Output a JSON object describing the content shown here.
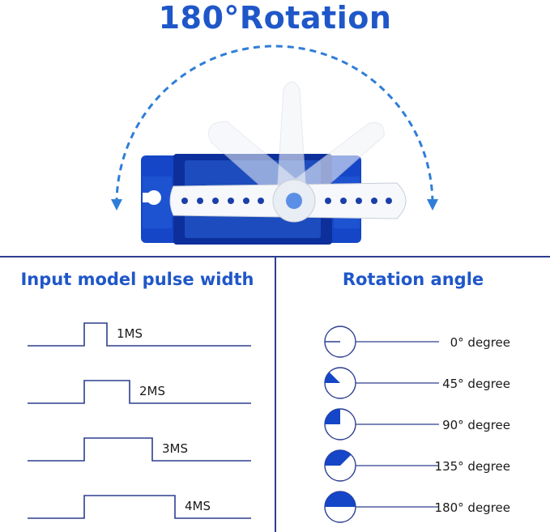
{
  "title": "180°Rotation",
  "colors": {
    "accent_blue": "#1f57c9",
    "servo_blue": "#1546c8",
    "divider": "#2d3f8f",
    "arrow": "#2f7ed8"
  },
  "left_panel": {
    "title": "Input model pulse width",
    "pulses": [
      {
        "label": "1MS",
        "width_ms": 1
      },
      {
        "label": "2MS",
        "width_ms": 2
      },
      {
        "label": "3MS",
        "width_ms": 3
      },
      {
        "label": "4MS",
        "width_ms": 4
      }
    ]
  },
  "right_panel": {
    "title": "Rotation angle",
    "angles": [
      {
        "label": "0° degree",
        "degrees": 0
      },
      {
        "label": "45° degree",
        "degrees": 45
      },
      {
        "label": "90° degree",
        "degrees": 90
      },
      {
        "label": "135° degree",
        "degrees": 135
      },
      {
        "label": "180° degree",
        "degrees": 180
      }
    ]
  }
}
